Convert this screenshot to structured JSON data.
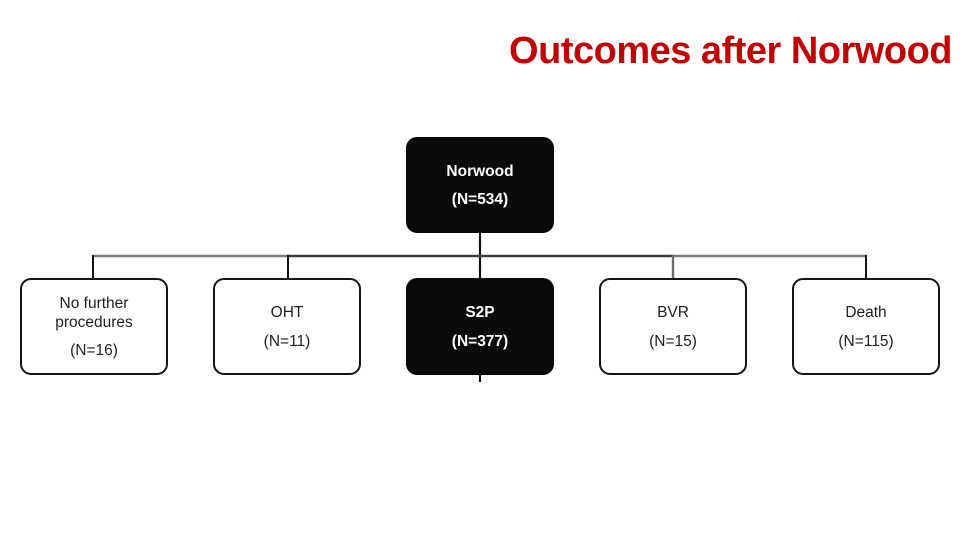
{
  "title": "Outcomes after Norwood",
  "colors": {
    "title_text": "#c00000",
    "dark_node_bg": "#0a0a0a",
    "dark_node_text": "#ffffff",
    "light_node_border": "#141414",
    "light_node_text": "#1f1f1f",
    "connector_dark": "#3d3d3d",
    "connector_gray": "#7d7d7d",
    "background": "#ffffff"
  },
  "diagram": {
    "root": {
      "label": "Norwood",
      "count": "(N=534)",
      "style": "dark"
    },
    "children": [
      {
        "label": "No further procedures",
        "count": "(N=16)",
        "style": "light"
      },
      {
        "label": "OHT",
        "count": "(N=11)",
        "style": "light"
      },
      {
        "label": "S2P",
        "count": "(N=377)",
        "style": "dark"
      },
      {
        "label": "BVR",
        "count": "(N=15)",
        "style": "light"
      },
      {
        "label": "Death",
        "count": "(N=115)",
        "style": "light"
      }
    ]
  }
}
